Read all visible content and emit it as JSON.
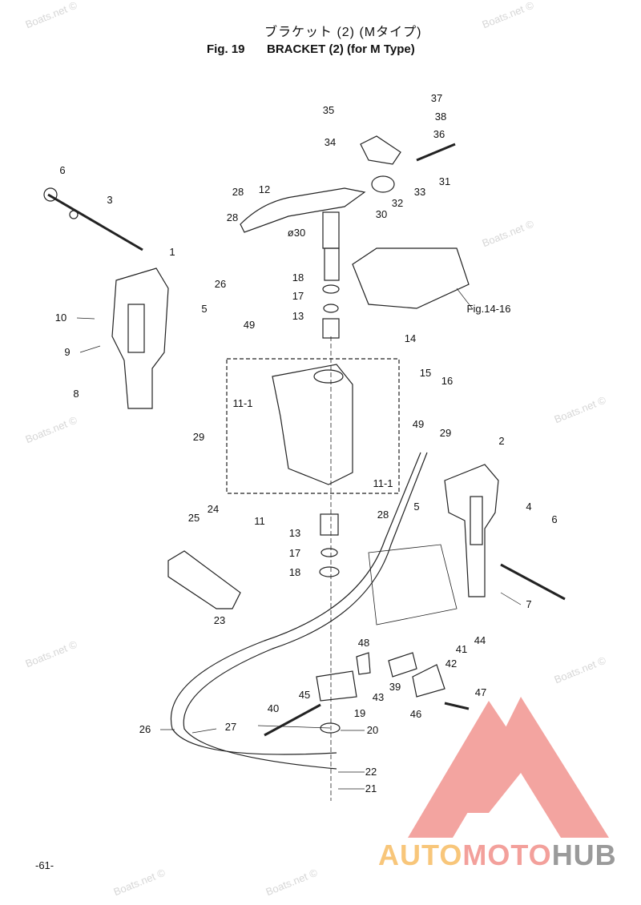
{
  "header": {
    "title_jp": "ブラケット (2) (Mタイプ)",
    "fig": "Fig. 19",
    "title": "BRACKET (2) (for M Type)"
  },
  "labels": [
    "6",
    "3",
    "1",
    "10",
    "5",
    "9",
    "8",
    "28",
    "28",
    "26",
    "12",
    "ø30",
    "35",
    "34",
    "37",
    "38",
    "36",
    "31",
    "33",
    "32",
    "30",
    "18",
    "17",
    "13",
    "Fig.14-16",
    "49",
    "14",
    "15",
    "16",
    "11-1",
    "29",
    "49",
    "29",
    "2",
    "11-1",
    "5",
    "4",
    "6",
    "11",
    "28",
    "25",
    "24",
    "13",
    "17",
    "18",
    "7",
    "23",
    "48",
    "44",
    "41",
    "42",
    "39",
    "45",
    "19",
    "43",
    "47",
    "46",
    "40",
    "26",
    "27",
    "20",
    "22",
    "21"
  ],
  "page_number": "-61-",
  "watermark": "Boats.net ©",
  "logo": {
    "part1": "AUTO",
    "part2": "MOTO",
    "part3": "HUB",
    "colors": {
      "auto": "#f8c67a",
      "moto": "#f3a09b",
      "hub": "#9a9a9a"
    }
  }
}
